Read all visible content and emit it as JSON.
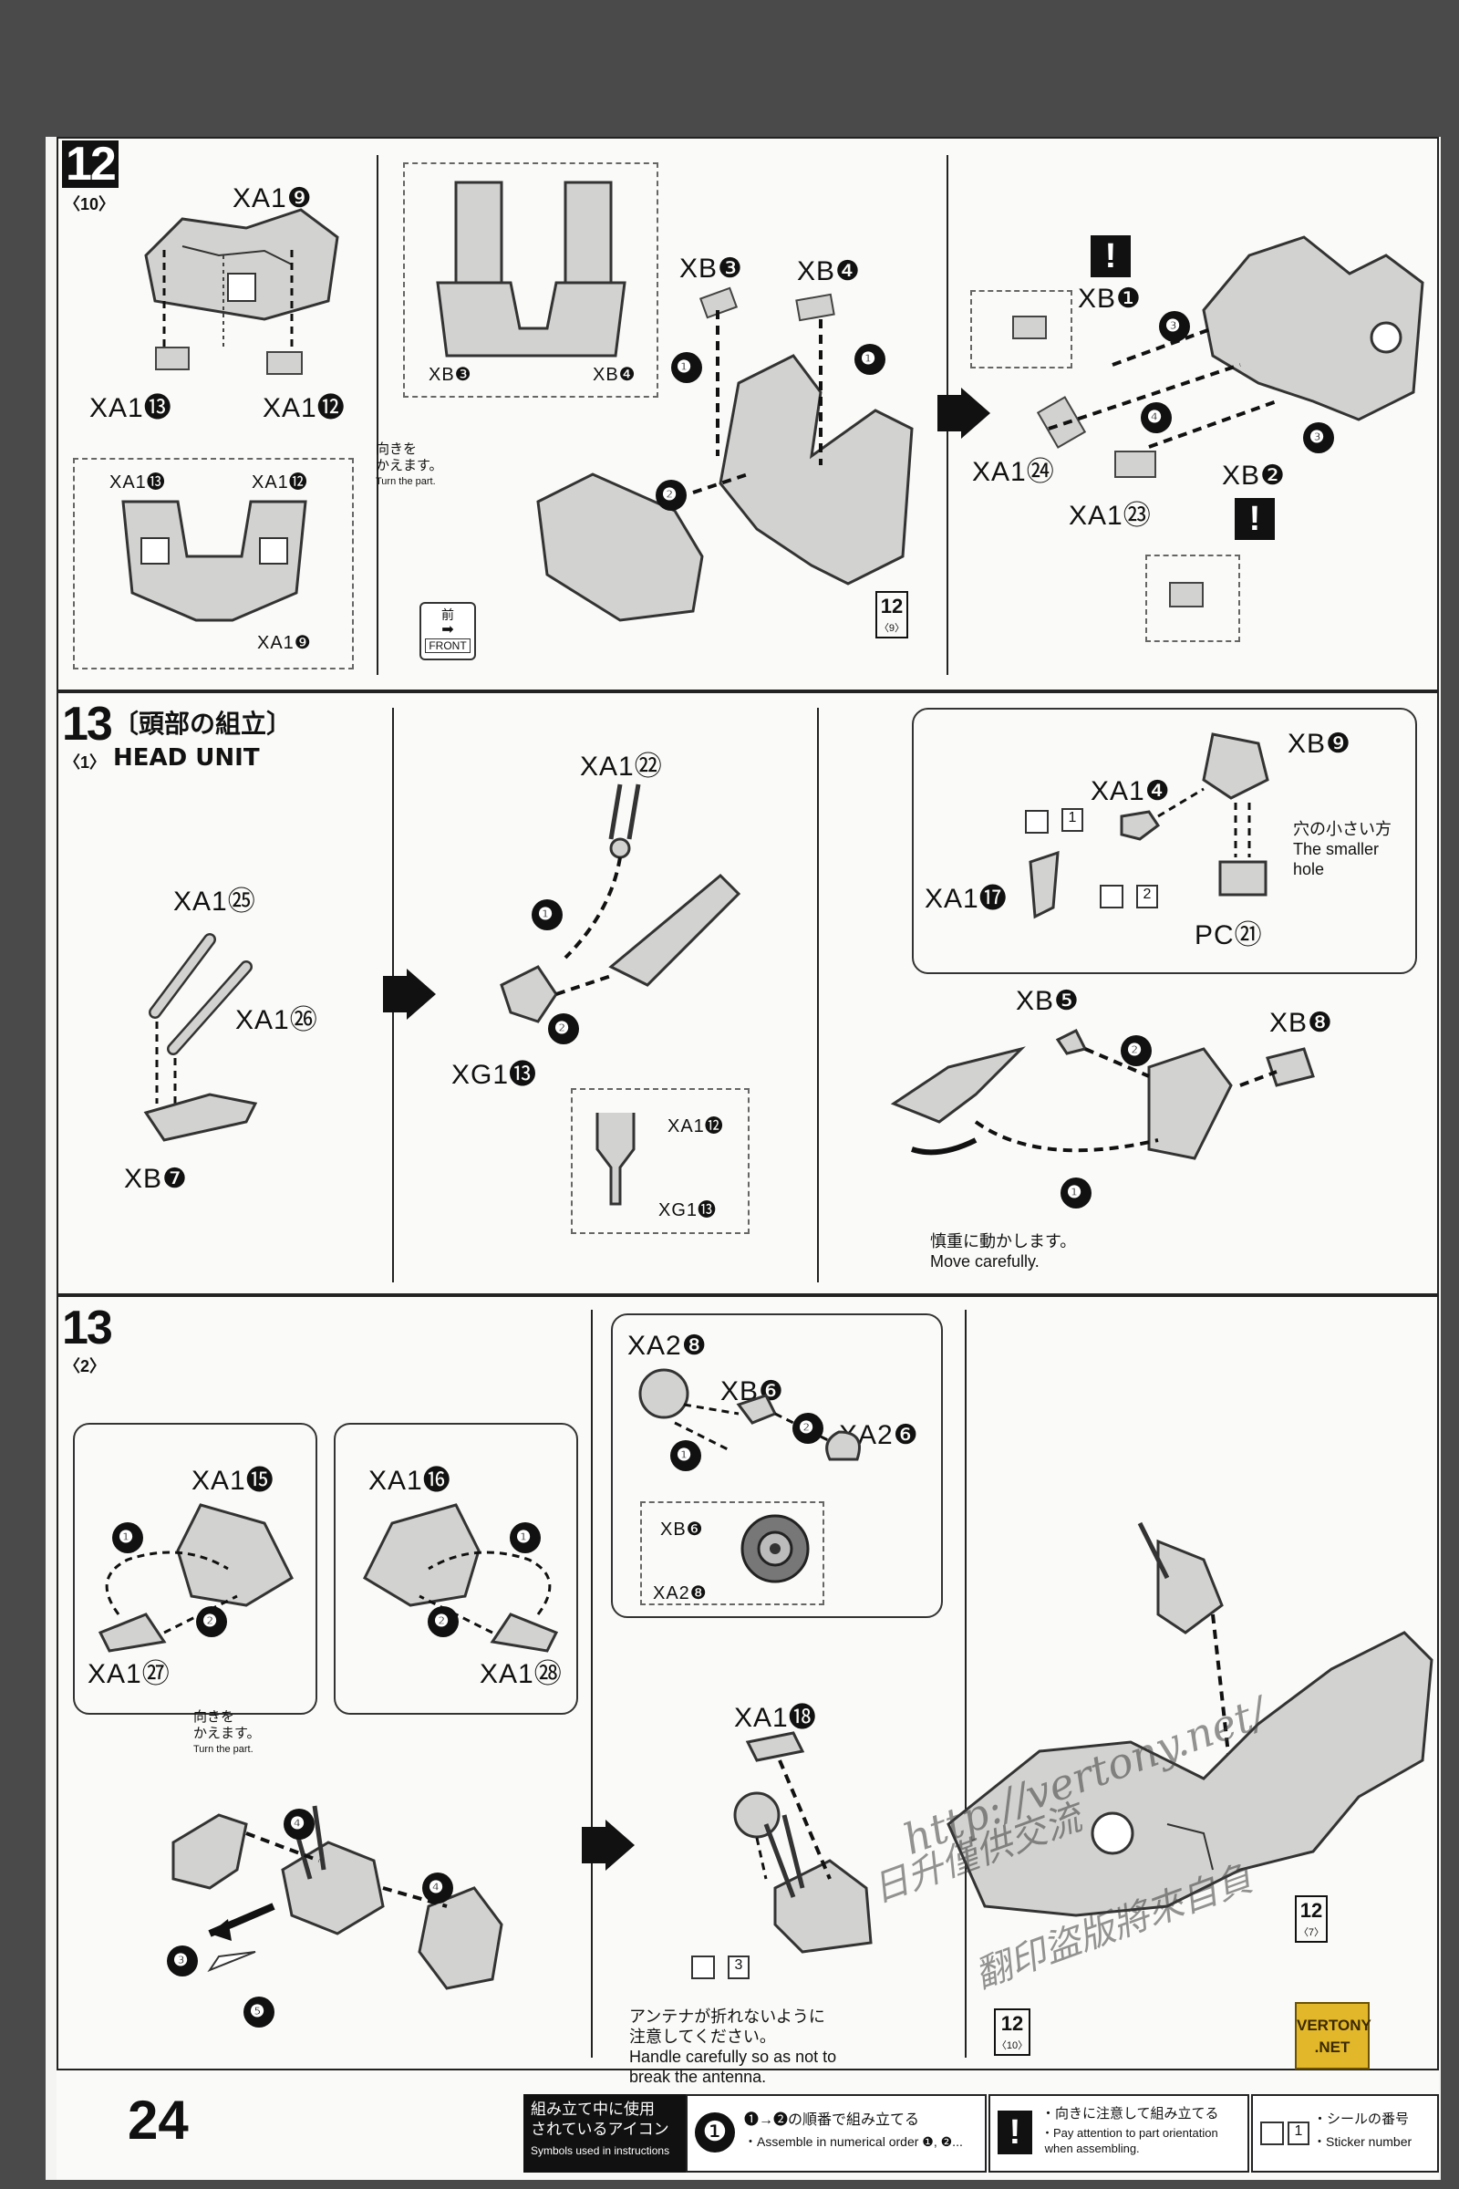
{
  "page_number": "24",
  "step12": {
    "number": "12",
    "sub": "〈10〉",
    "labels": {
      "xa1_9": "XA1❾",
      "xa1_13": "XA1⓭",
      "xa1_12": "XA1⓬",
      "box_xa1_13": "XA1⓭",
      "box_xa1_12": "XA1⓬",
      "box_xa1_9": "XA1❾",
      "xb3": "XB❸",
      "xb4": "XB❹",
      "box_xb3": "XB❸",
      "box_xb4": "XB❹",
      "xb1": "XB❶",
      "xb2": "XB❷",
      "xa1_24": "XA1㉔",
      "xa1_23": "XA1㉓",
      "ref_12": "12",
      "ref_9": "〈9〉"
    },
    "turn_jp": "向きを\nかえます。",
    "turn_en": "Turn the part.",
    "front_jp": "前",
    "front_en": "FRONT",
    "steps": [
      "❶",
      "❷",
      "❶",
      "❸",
      "❹",
      "❸"
    ],
    "warn": "!"
  },
  "step13_1": {
    "number": "13",
    "sub": "〈1〉",
    "title_jp": "〔頭部の組立〕",
    "title_en": "HEAD UNIT",
    "labels": {
      "xa1_25": "XA1㉕",
      "xa1_26": "XA1㉖",
      "xb7": "XB❼",
      "xa1_22": "XA1㉒",
      "xg1_13": "XG1⓭",
      "box_xa1_12": "XA1⓬",
      "box_xg1_13": "XG1⓭",
      "xb9": "XB❾",
      "xa1_4": "XA1❹",
      "xa1_17": "XA1⓱",
      "pc21": "PC㉑",
      "xb5": "XB❺",
      "xb8": "XB❽",
      "sticker1": "1",
      "sticker2": "2"
    },
    "hole_jp": "穴の小さい方",
    "hole_en": "The smaller\nhole",
    "careful_jp": "慎重に動かします。",
    "careful_en": "Move carefully.",
    "steps": [
      "❶",
      "❷",
      "❷",
      "❶"
    ]
  },
  "step13_2": {
    "number": "13",
    "sub": "〈2〉",
    "labels": {
      "xa1_15": "XA1⓯",
      "xa1_16": "XA1⓰",
      "xa1_27": "XA1㉗",
      "xa1_28": "XA1㉘",
      "xa2_8": "XA2❽",
      "xb6": "XB❻",
      "xa2_6": "XA2❻",
      "box_xb6": "XB❻",
      "box_xa2_8": "XA2❽",
      "xa1_18": "XA1⓲",
      "sticker3": "3",
      "ref_12a": "12",
      "ref_7": "〈7〉",
      "ref_12b": "12",
      "ref_10": "〈10〉"
    },
    "turn_jp": "向きを\nかえます。",
    "turn_en": "Turn the part.",
    "antenna_jp": "アンテナが折れないように\n注意してください。",
    "antenna_en": "Handle carefully so as not to\nbreak the antenna.",
    "steps": [
      "❶",
      "❷",
      "❶",
      "❷",
      "❹",
      "❹",
      "❸",
      "❺",
      "❶",
      "❷"
    ]
  },
  "legend": {
    "head_jp": "組み立て中に使用\nされているアイコン",
    "head_en": "Symbols used in instructions",
    "order_icon": "❶",
    "order_jp": "❶→❷の順番で組み立てる",
    "order_en": "・Assemble in numerical order ❶, ❷...",
    "warn_icon": "!",
    "warn_jp": "・向きに注意して組み立てる",
    "warn_en": "・Pay attention to part orientation\n when assembling.",
    "sticker_icon": "1",
    "sticker_jp": "・シールの番号",
    "sticker_en": "・Sticker number"
  },
  "watermark": {
    "url": "http://vertony.net/",
    "cn1": "日升僅供交流",
    "cn2": "翻印盜版將來自負"
  },
  "logo": "VERTONY\n.NET"
}
